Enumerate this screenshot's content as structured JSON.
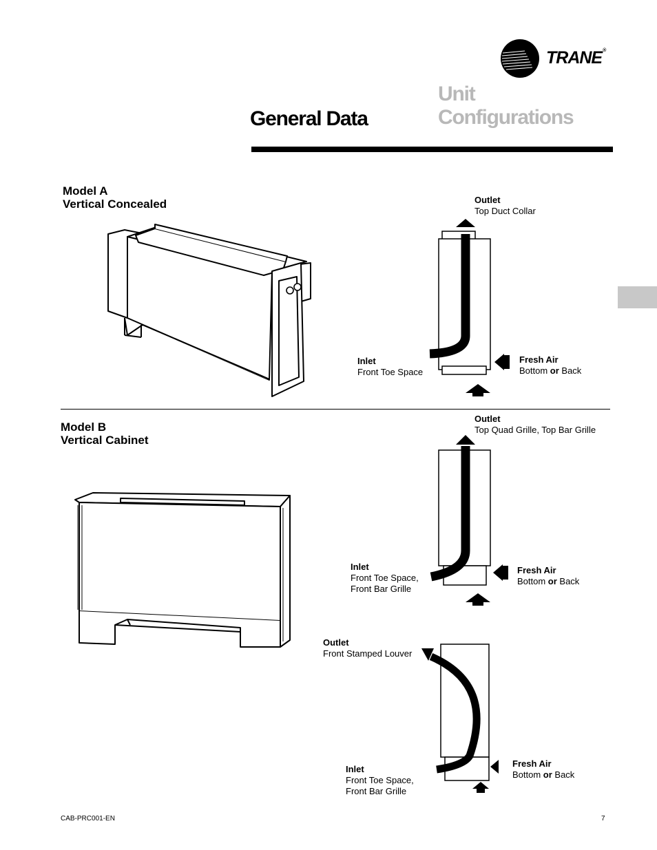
{
  "brand": {
    "name": "TRANE",
    "registered_mark": "®"
  },
  "header": {
    "section_title": "General Data",
    "subtitle_line1": "Unit",
    "subtitle_line2": "Configurations"
  },
  "model_a": {
    "title_line1": "Model A",
    "title_line2": "Vertical Concealed",
    "outlet": {
      "heading": "Outlet",
      "text": "Top Duct Collar"
    },
    "inlet": {
      "heading": "Inlet",
      "text": "Front Toe Space"
    },
    "fresh_air": {
      "heading": "Fresh Air",
      "text_before": "Bottom ",
      "or": "or",
      "text_after": " Back"
    }
  },
  "model_b": {
    "title_line1": "Model B",
    "title_line2": "Vertical  Cabinet",
    "config1": {
      "outlet": {
        "heading": "Outlet",
        "text": "Top Quad Grille, Top Bar Grille"
      },
      "inlet": {
        "heading": "Inlet",
        "line1": "Front Toe Space,",
        "line2": "Front Bar Grille"
      },
      "fresh_air": {
        "heading": "Fresh Air",
        "text_before": "Bottom ",
        "or": "or",
        "text_after": " Back"
      }
    },
    "config2": {
      "outlet": {
        "heading": "Outlet",
        "text": "Front Stamped Louver"
      },
      "inlet": {
        "heading": "Inlet",
        "line1": "Front Toe Space,",
        "line2": "Front Bar Grille"
      },
      "fresh_air": {
        "heading": "Fresh Air",
        "text_before": "Bottom ",
        "or": "or",
        "text_after": " Back"
      }
    }
  },
  "footer": {
    "doc_id": "CAB-PRC001-EN",
    "page_number": "7"
  }
}
